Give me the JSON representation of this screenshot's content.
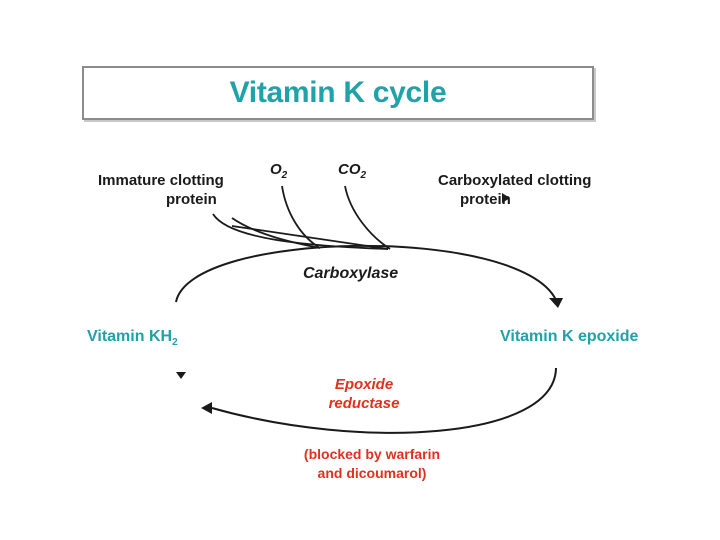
{
  "title": "Vitamin K cycle",
  "labels": {
    "immature_line1": "Immature clotting",
    "immature_line2": "protein",
    "o2_main": "O",
    "o2_sub": "2",
    "co2_main": "CO",
    "co2_sub": "2",
    "carboxylated_line1": "Carboxylated clotting",
    "carboxylated_line2": "protein",
    "carboxylase": "Carboxylase",
    "vitamin_kh2_main": "Vitamin KH",
    "vitamin_kh2_sub": "2",
    "vitamin_k_epoxide": "Vitamin K epoxide",
    "reductase_line1": "Epoxide",
    "reductase_line2": "reductase",
    "blocked_line1": "(blocked by warfarin",
    "blocked_line2": "and dicoumarol)"
  },
  "colors": {
    "title": "#1fa2a8",
    "compound": "#1fa2a8",
    "enzyme_blocked": "#e0301e",
    "text": "#1a1a1a"
  }
}
